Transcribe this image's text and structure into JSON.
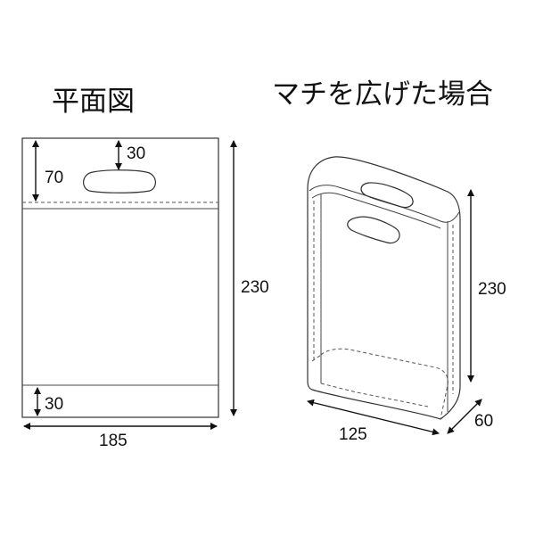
{
  "titles": {
    "plan": "平面図",
    "gusset": "マチを広げた場合"
  },
  "plan_view": {
    "dim_top_handle": "30",
    "dim_top_fold": "70",
    "dim_height": "230",
    "dim_bottom": "30",
    "dim_width": "185"
  },
  "gusset_view": {
    "dim_height": "230",
    "dim_width": "125",
    "dim_depth": "60"
  }
}
